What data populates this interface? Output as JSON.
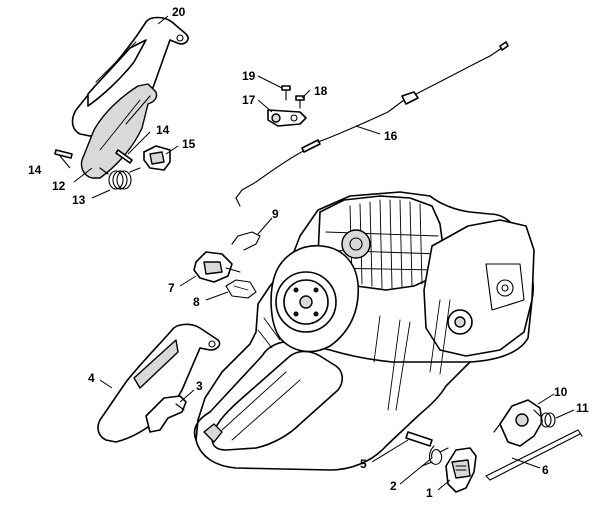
{
  "callouts": [
    {
      "id": "c1",
      "label": "1"
    },
    {
      "id": "c2",
      "label": "2"
    },
    {
      "id": "c3",
      "label": "3"
    },
    {
      "id": "c4",
      "label": "4"
    },
    {
      "id": "c5",
      "label": "5"
    },
    {
      "id": "c6",
      "label": "6"
    },
    {
      "id": "c7",
      "label": "7"
    },
    {
      "id": "c8",
      "label": "8"
    },
    {
      "id": "c9",
      "label": "9"
    },
    {
      "id": "c10",
      "label": "10"
    },
    {
      "id": "c11",
      "label": "11"
    },
    {
      "id": "c12",
      "label": "12"
    },
    {
      "id": "c13",
      "label": "13"
    },
    {
      "id": "c14a",
      "label": "14"
    },
    {
      "id": "c14b",
      "label": "14"
    },
    {
      "id": "c15",
      "label": "15"
    },
    {
      "id": "c16",
      "label": "16"
    },
    {
      "id": "c17",
      "label": "17"
    },
    {
      "id": "c18",
      "label": "18"
    },
    {
      "id": "c19",
      "label": "19"
    },
    {
      "id": "c20",
      "label": "20"
    }
  ]
}
